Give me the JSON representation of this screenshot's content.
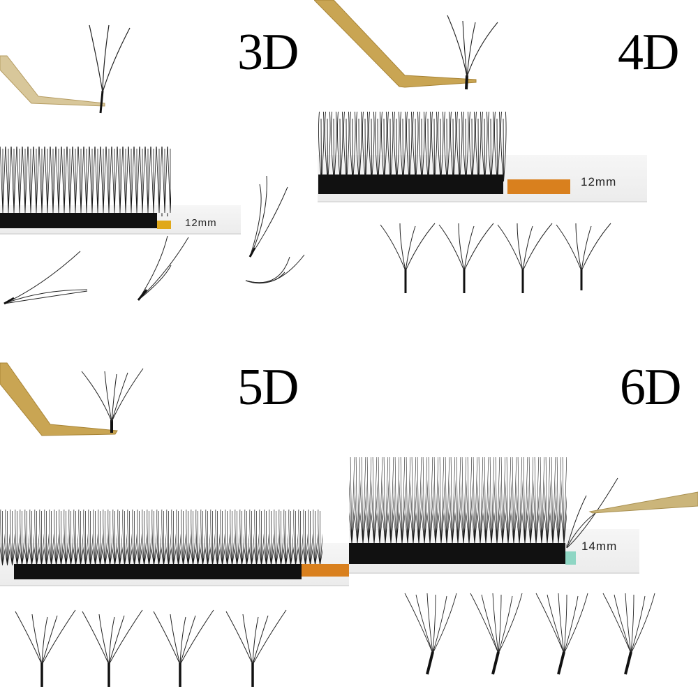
{
  "collage": {
    "background": "#ffffff",
    "panels": [
      {
        "id": "3d",
        "title": "3D",
        "fan_prongs": 3,
        "strip_length_label": "12mm",
        "tab_color": "#e0a81a",
        "tweezer_color": "#d8c79a"
      },
      {
        "id": "4d",
        "title": "4D",
        "fan_prongs": 4,
        "strip_length_label": "12mm",
        "tab_color": "#d9801e",
        "tweezer_color": "#c9a553"
      },
      {
        "id": "5d",
        "title": "5D",
        "fan_prongs": 5,
        "strip_length_label": "",
        "tab_color": "#d9801e",
        "tweezer_color": "#c9a553"
      },
      {
        "id": "6d",
        "title": "6D",
        "fan_prongs": 6,
        "strip_length_label": "14mm",
        "tab_color": "#8fd6c4",
        "tweezer_color": "#cbb57a"
      }
    ]
  },
  "colors": {
    "lash": "#111111",
    "tray": "#f2f2f2",
    "gold": "#c9a553"
  }
}
